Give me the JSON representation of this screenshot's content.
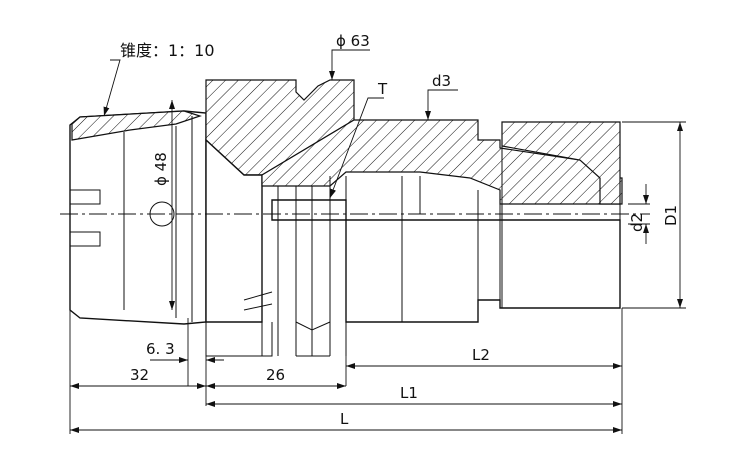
{
  "labels": {
    "taper": "锥度：1：10",
    "phi63": "ϕ 63",
    "phi48": "ϕ 48",
    "T": "T",
    "d3": "d3",
    "d2": "d2",
    "D1": "D1",
    "dim_6_3": "6. 3",
    "dim_32": "32",
    "dim_26": "26",
    "L2": "L2",
    "L1": "L1",
    "L": "L"
  }
}
